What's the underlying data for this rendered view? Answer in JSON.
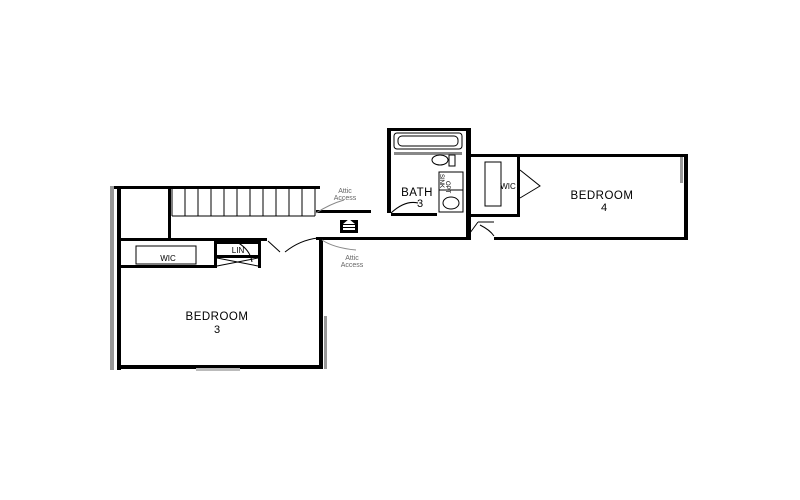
{
  "rooms": {
    "bedroom3": {
      "name": "BEDROOM",
      "number": "3"
    },
    "bedroom4": {
      "name": "BEDROOM",
      "number": "4"
    },
    "bath3": {
      "name": "BATH",
      "number": "3"
    },
    "wic_left": {
      "name": "WIC"
    },
    "wic_right": {
      "name": "WIC"
    },
    "linen": {
      "name": "LIN"
    }
  },
  "fixtures": {
    "opt_sink_line1": "OPT",
    "opt_sink_line2": "SINK"
  },
  "notes": {
    "attic_access_upper_1": "Attic",
    "attic_access_upper_2": "Access",
    "attic_access_lower_1": "Attic",
    "attic_access_lower_2": "Access"
  }
}
